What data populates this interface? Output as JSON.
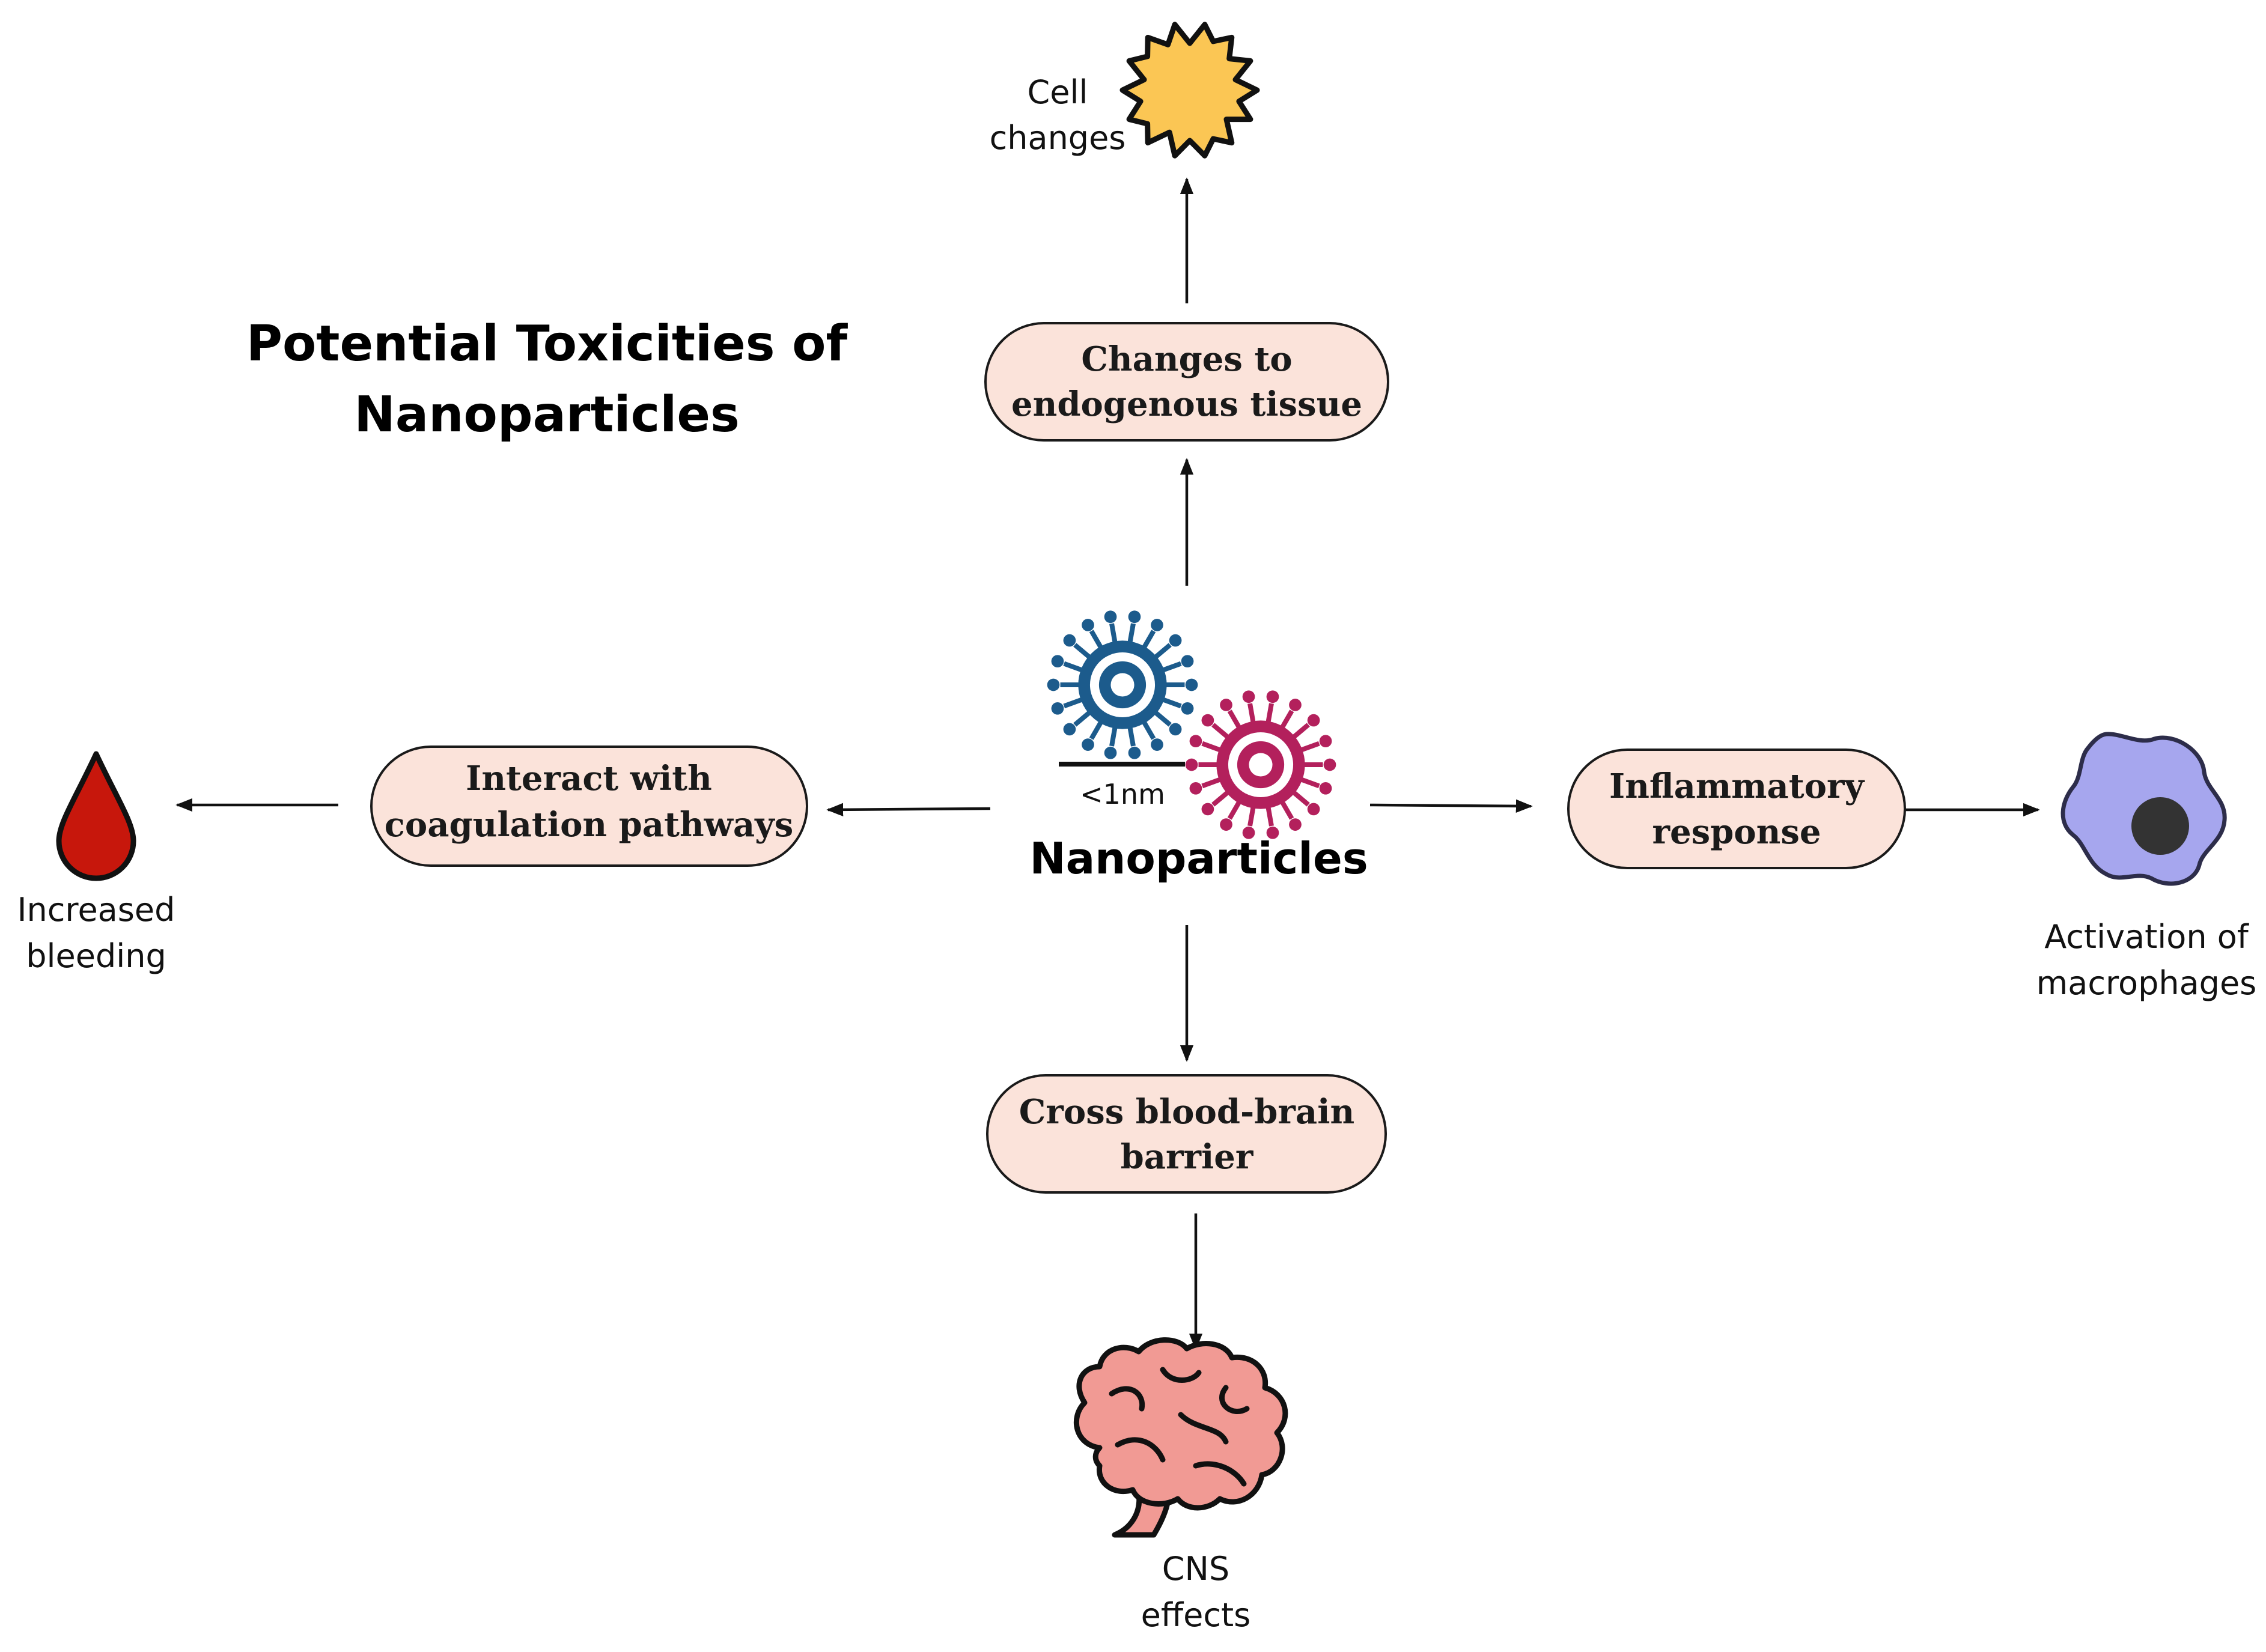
{
  "title": {
    "line1": "Potential Toxicities of",
    "line2": "Nanoparticles"
  },
  "center": {
    "label": "Nanoparticles",
    "scale_label": "<1nm"
  },
  "pills": {
    "top": {
      "line1": "Changes to",
      "line2": "endogenous tissue"
    },
    "left": {
      "line1": "Interact with",
      "line2": "coagulation pathways"
    },
    "right": {
      "line1": "Inflammatory",
      "line2": "response"
    },
    "bottom": {
      "line1": "Cross blood-brain",
      "line2": "barrier"
    }
  },
  "outcomes": {
    "top": {
      "line1": "Cell",
      "line2": "changes",
      "icon": "cell-icon"
    },
    "left": {
      "line1": "Increased",
      "line2": "bleeding",
      "icon": "blood-drop-icon"
    },
    "right": {
      "line1": "Activation of",
      "line2": "macrophages",
      "icon": "macrophage-icon"
    },
    "bottom": {
      "line1": "CNS",
      "line2": "effects",
      "icon": "brain-icon"
    }
  },
  "colors": {
    "pill_fill": "#fbe3da",
    "virus_blue": "#1c5b8c",
    "virus_magenta": "#b3205c",
    "cell_yellow": "#fbc654",
    "blood_red": "#c7170c",
    "macrophage_violet": "#a6a6ee",
    "brain_pink": "#f19a94"
  }
}
